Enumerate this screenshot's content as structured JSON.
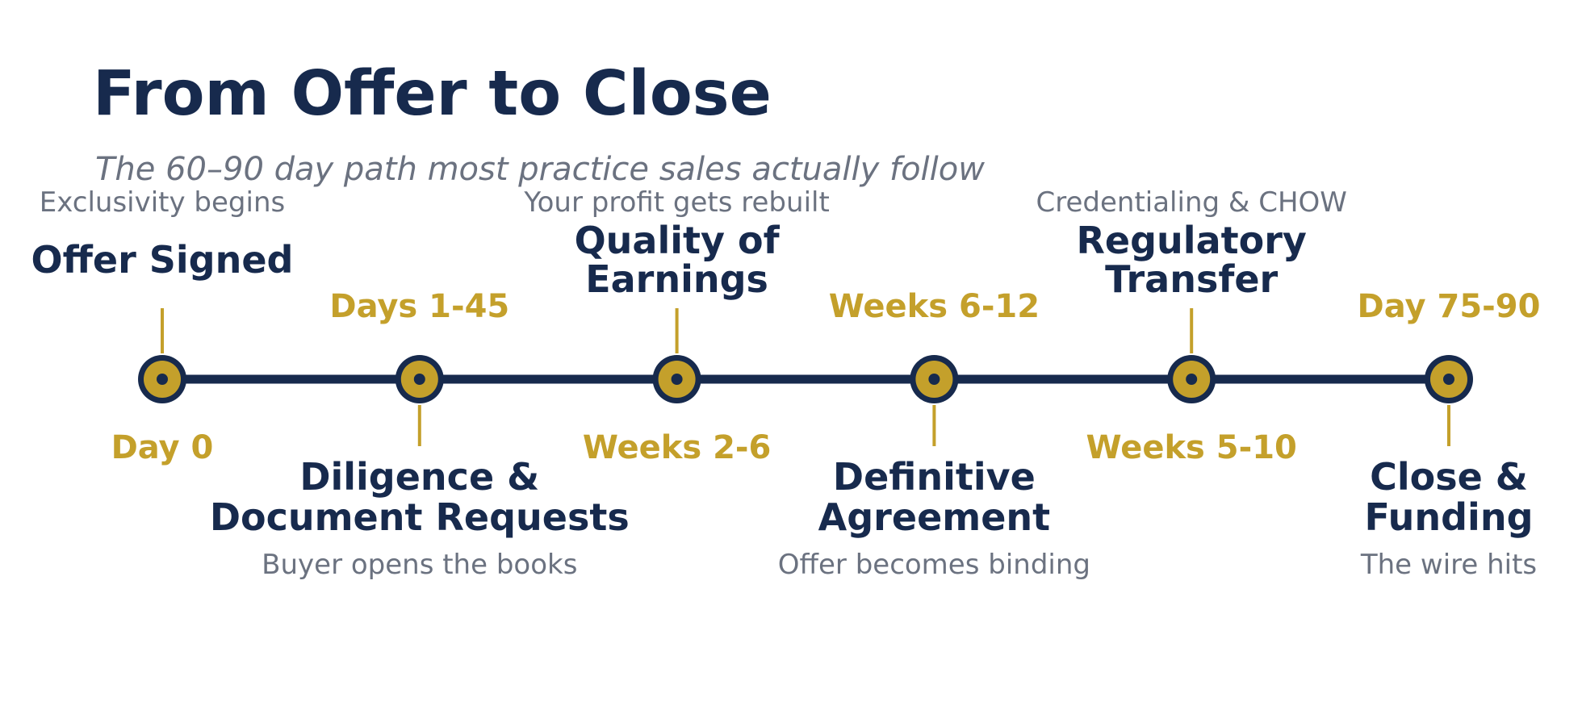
{
  "header": {
    "title": "From Offer to Close",
    "subtitle": "The 60–90 day path most practice sales actually follow"
  },
  "colors": {
    "navy": "#172a4d",
    "gold": "#c4a02b",
    "gray": "#6b7280"
  },
  "milestones": [
    {
      "timing": "Day 0",
      "title": [
        "Offer Signed"
      ],
      "note": "Exclusivity begins",
      "label_side": "top"
    },
    {
      "timing": "Days 1-45",
      "title": [
        "Diligence &",
        "Document Requests"
      ],
      "note": "Buyer opens the books",
      "label_side": "bottom"
    },
    {
      "timing": "Weeks 2-6",
      "title": [
        "Quality of",
        "Earnings"
      ],
      "note": "Your profit gets rebuilt",
      "label_side": "top"
    },
    {
      "timing": "Weeks 6-12",
      "title": [
        "Definitive",
        "Agreement"
      ],
      "note": "Offer becomes binding",
      "label_side": "bottom"
    },
    {
      "timing": "Weeks 5-10",
      "title": [
        "Regulatory",
        "Transfer"
      ],
      "note": "Credentialing & CHOW",
      "label_side": "top"
    },
    {
      "timing": "Day 75-90",
      "title": [
        "Close &",
        "Funding"
      ],
      "note": "The wire hits",
      "label_side": "bottom"
    }
  ]
}
